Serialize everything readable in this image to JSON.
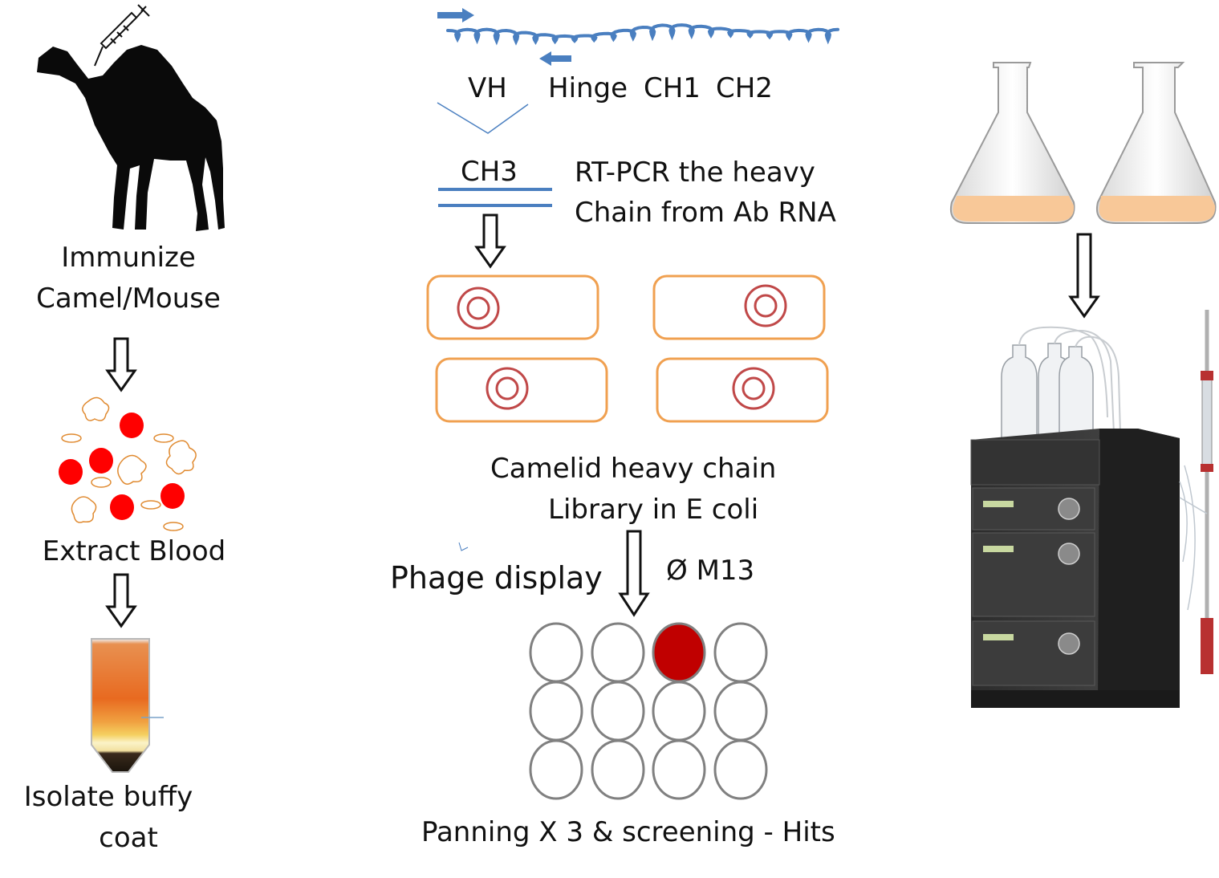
{
  "colors": {
    "camel": "#0a0a0a",
    "dna": "#4a7fc0",
    "blood": "#ff0000",
    "platelet": "#e08a30",
    "cell_border": "#f0a050",
    "plasmid": "#c04848",
    "hit_well": "#c00000",
    "well_border": "#808080",
    "flask_liquid": "#f8c898",
    "instrument": "#3a3a3a"
  },
  "icons": [
    "camel-silhouette",
    "syringe-icon",
    "flask-icon",
    "centrifuge-tube",
    "chromatography-system"
  ],
  "left": {
    "immunize": [
      "Immunize",
      "Camel/Mouse"
    ],
    "extract": "Extract Blood",
    "isolate": [
      "Isolate buffy",
      "coat"
    ]
  },
  "center": {
    "domains": {
      "vh": "VH",
      "hinge": "Hinge",
      "ch1": "CH1",
      "ch2": "CH2",
      "ch3": "CH3"
    },
    "rtpcr": [
      "RT-PCR the heavy",
      "Chain from Ab RNA"
    ],
    "library": [
      "Camelid heavy chain",
      "Library in E coli"
    ],
    "phage": "Phage display",
    "m13": "Ø M13",
    "panning": "Panning X 3 & screening - Hits",
    "plate": {
      "rows": 3,
      "cols": 4,
      "hit": [
        0,
        2
      ]
    }
  }
}
